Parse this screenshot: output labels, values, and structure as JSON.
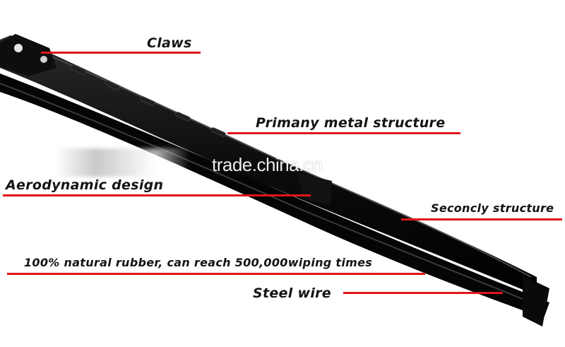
{
  "image": {
    "subject": "wiper-blade",
    "background_color": "#ffffff",
    "accent_color": "#e0151b",
    "blade_color": "#0b0b0b"
  },
  "callouts": {
    "claws": "Claws",
    "primary_metal_structure": "Primany metal structure",
    "aerodynamic_design": "Aerodynamic design",
    "secondary_structure": "Seconcly structure",
    "natural_rubber": "100% natural rubber, can reach 500,000wiping times",
    "steel_wire": "Steel wire"
  },
  "watermark": {
    "text": "trade.china.cn"
  }
}
